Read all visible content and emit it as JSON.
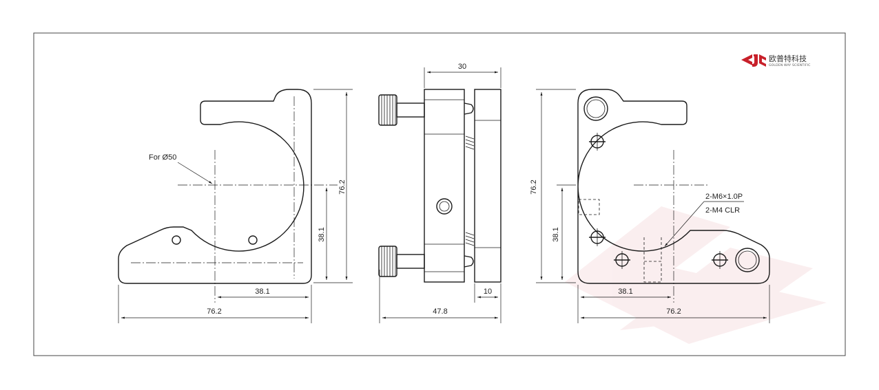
{
  "logo": {
    "name": "欧普特科技",
    "subtitle": "GOLDEN WAY SCIENTIFIC",
    "color": "#c8202a"
  },
  "front_view": {
    "note": "For Ø50",
    "dim_height": "76.2",
    "dim_center_height": "38.1",
    "dim_center_width": "38.1",
    "dim_width": "76.2"
  },
  "side_view": {
    "dim_top": "30",
    "dim_bottom": "47.8",
    "dim_plate": "10"
  },
  "rear_view": {
    "dim_height": "76.2",
    "dim_center_height": "38.1",
    "dim_center_width": "38.1",
    "dim_width": "76.2",
    "note_thread": "2-M6×1.0P",
    "note_clearance": "2-M4  CLR"
  }
}
